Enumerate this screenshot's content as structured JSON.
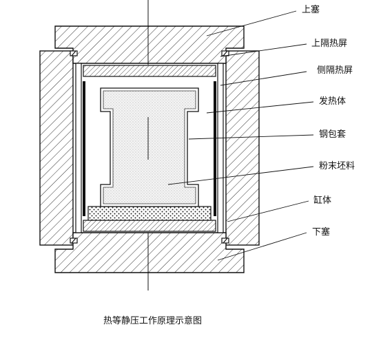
{
  "labels": {
    "upper_plug": "上塞",
    "upper_heat_shield": "上隔热屏",
    "side_heat_shield": "侧隔热屏",
    "heater": "发热体",
    "steel_capsule": "钢包套",
    "powder_blank": "粉末坯料",
    "cylinder": "缸体",
    "lower_plug": "下塞"
  },
  "caption": "热等静压工作原理示意图"
}
